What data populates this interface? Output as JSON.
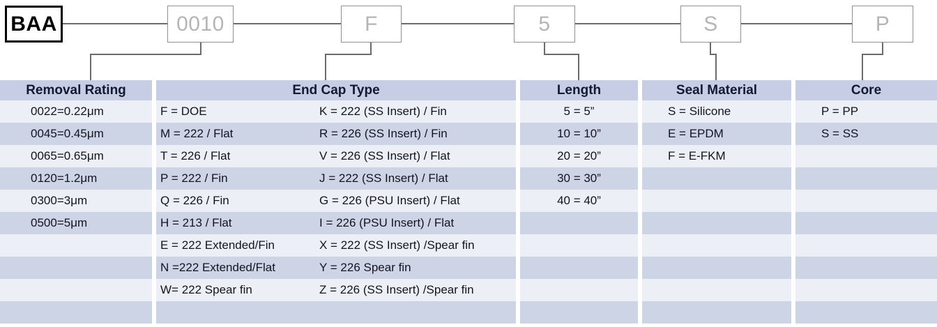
{
  "code": {
    "segments": [
      {
        "label": "BAA",
        "emphasis": "series-prefix"
      },
      {
        "label": "0010"
      },
      {
        "label": "F"
      },
      {
        "label": "5"
      },
      {
        "label": "S"
      },
      {
        "label": "P"
      }
    ]
  },
  "table": {
    "row_count": 10,
    "columns": [
      {
        "header": "Removal Rating",
        "items": [
          "0022=0.22μm",
          "0045=0.45μm",
          "0065=0.65μm",
          "0120=1.2μm",
          "0300=3μm",
          "0500=5μm"
        ]
      },
      {
        "header": "End Cap Type",
        "items_left": [
          "F = DOE",
          "M = 222 / Flat",
          "T = 226 / Flat",
          "P = 222 / Fin",
          "Q = 226 / Fin",
          "H = 213 / Flat",
          "E = 222 Extended/Fin",
          "N =222 Extended/Flat",
          "W= 222 Spear fin"
        ],
        "items_right": [
          "K = 222 (SS Insert) / Fin",
          "R = 226 (SS Insert) / Fin",
          "V = 226 (SS Insert) / Flat",
          "J = 222 (SS Insert) / Flat",
          "G = 226 (PSU Insert) / Flat",
          "I = 226 (PSU Insert) / Flat",
          "X = 222 (SS Insert) /Spear fin",
          "Y = 226 Spear fin",
          "Z = 226 (SS Insert) /Spear fin"
        ]
      },
      {
        "header": "Length",
        "items": [
          "5 = 5”",
          "10 = 10”",
          "20 = 20”",
          "30 = 30”",
          "40 = 40”"
        ]
      },
      {
        "header": "Seal Material",
        "items": [
          "S = Silicone",
          "E = EPDM",
          "F = E-FKM"
        ]
      },
      {
        "header": "Core",
        "items": [
          "P = PP",
          "S = SS"
        ]
      }
    ]
  },
  "colors": {
    "header_bg": "#c6cde4",
    "row_tint": "#cdd4e6",
    "row_light": "#edeff6",
    "text": "#14141f",
    "box_muted_text": "#b5b5b5",
    "connector": "#6b6b6b"
  }
}
